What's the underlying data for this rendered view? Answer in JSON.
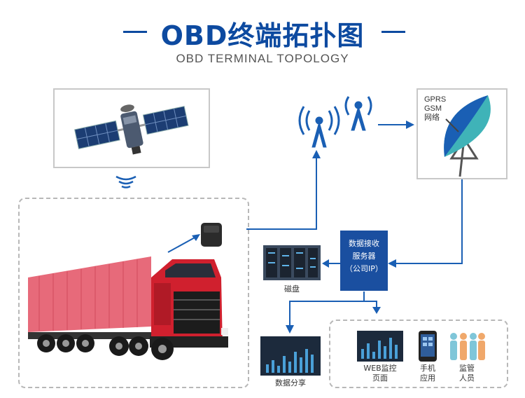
{
  "title": "OBD终端拓扑图",
  "subtitle": "OBD TERMINAL TOPOLOGY",
  "network": {
    "line1": "GPRS",
    "line2": "GSM",
    "line3": "网络"
  },
  "server": {
    "line1": "数据接收",
    "line2": "服务器",
    "line3": "（公司IP）"
  },
  "disk_label": "磁盘",
  "data_share_label": "数据分享",
  "web": {
    "line1": "WEB监控",
    "line2": "页面"
  },
  "phone": {
    "line1": "手机",
    "line2": "应用"
  },
  "people": {
    "line1": "监管",
    "line2": "人员"
  },
  "colors": {
    "brand_blue": "#0d4aa0",
    "server_blue": "#1a4fa0",
    "truck_red": "#d0202e",
    "dish_teal": "#3fb3b8"
  }
}
